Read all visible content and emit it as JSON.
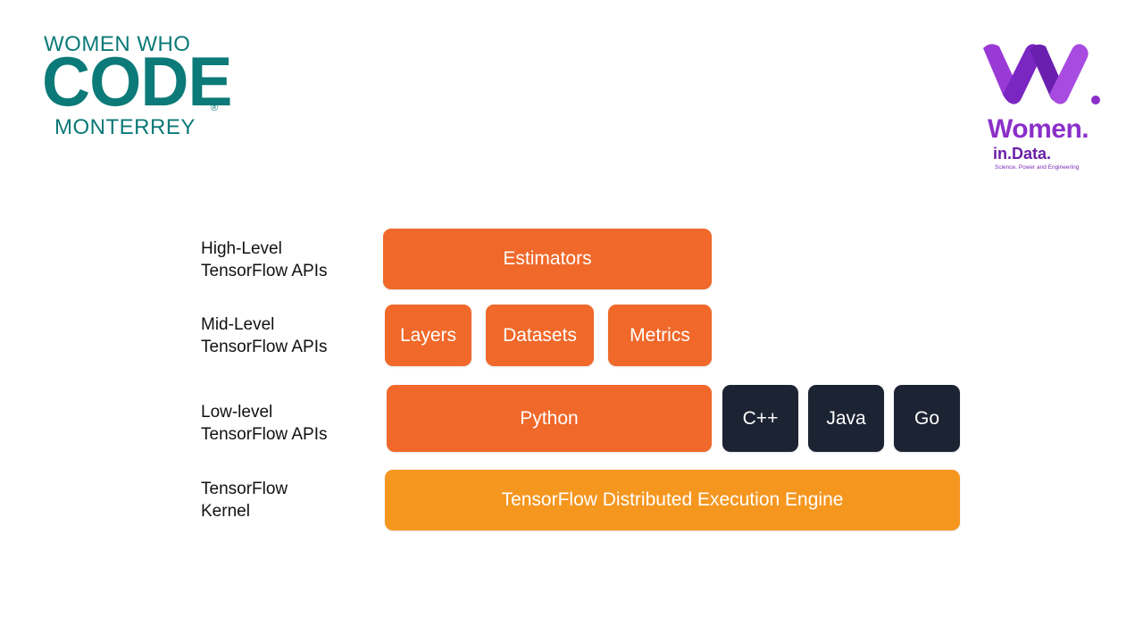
{
  "logos": {
    "wwc": {
      "line1": "WOMEN WHO",
      "line2": "CODE",
      "reg": "®",
      "line3": "MONTERREY"
    },
    "wid": {
      "title": "Women.",
      "subtitle": "in.Data.",
      "tagline": "Science, Power and Engineering"
    }
  },
  "layers": [
    {
      "label_line1": "High-Level",
      "label_line2": "TensorFlow APIs",
      "items": [
        "Estimators"
      ]
    },
    {
      "label_line1": "Mid-Level",
      "label_line2": "TensorFlow APIs",
      "items": [
        "Layers",
        "Datasets",
        "Metrics"
      ]
    },
    {
      "label_line1": "Low-level",
      "label_line2": "TensorFlow APIs",
      "items": [
        "Python",
        "C++",
        "Java",
        "Go"
      ]
    },
    {
      "label_line1": "TensorFlow",
      "label_line2": "Kernel",
      "items": [
        "TensorFlow Distributed Execution Engine"
      ]
    }
  ],
  "colors": {
    "orange": "#f0682a",
    "dark": "#1c2333",
    "amber": "#f5961f",
    "teal": "#0b7a78",
    "purple": "#8b2fc9"
  }
}
